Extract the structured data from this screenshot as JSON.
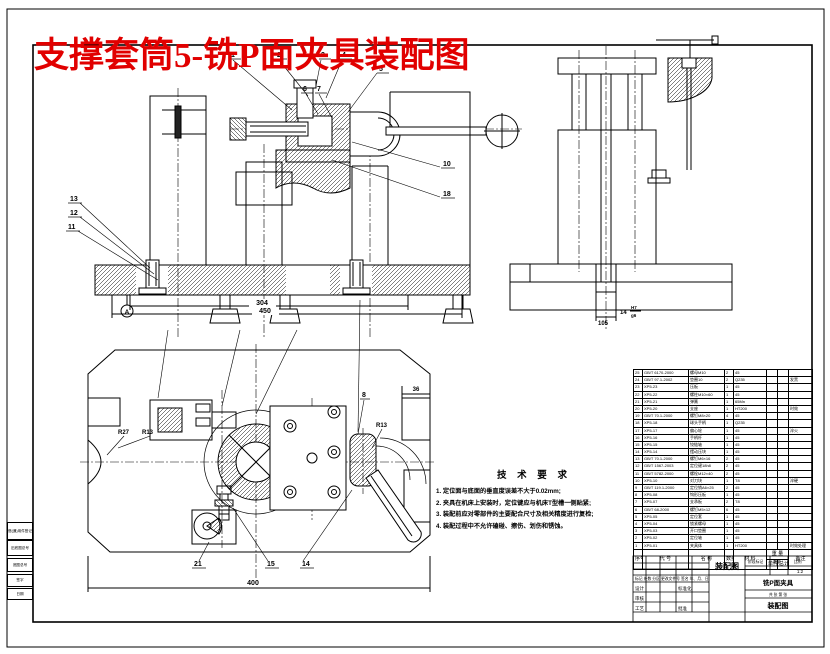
{
  "title": {
    "text": "支撑套筒5-铣P面夹具装配图",
    "color": "#e10000"
  },
  "tech": {
    "heading": "技 术 要 求",
    "items": [
      "1. 定位面与底面的垂直度误差不大于0.02mm;",
      "2. 夹具在机床上安装时，定位键应与机床T型槽一侧贴紧;",
      "3. 装配前应对零部件的主要配合尺寸及相关精度进行复检;",
      "4. 装配过程中不允许磕碰、擦伤、划伤和锈蚀。"
    ]
  },
  "dims": {
    "front_bolt_span": "304",
    "front_total": "450",
    "plan_width": "400",
    "plan_notch": "36",
    "radius_outer": "R27",
    "radius_inner": "R13",
    "lever_radius": "R13",
    "slot_width": "14",
    "fit_upper": "H7",
    "fit_lower": "g6",
    "base_dim": "105",
    "datum": "A"
  },
  "callouts": {
    "t1": "1",
    "t2": "2",
    "t3": "3",
    "t4": "4",
    "t5": "5",
    "t6": "6",
    "t7": "7",
    "r10": "10",
    "r18": "18",
    "l13": "13",
    "l12": "12",
    "l11": "11",
    "p8": "8",
    "b21": "21",
    "b15": "15",
    "b14": "14"
  },
  "bom": {
    "headers": {
      "seq": "序号",
      "code": "代  号",
      "name": "名  称",
      "qty": "数量",
      "mat": "材  料",
      "weight": "重  量",
      "unit": "单件",
      "total": "总计",
      "remark": "备注"
    },
    "rows": [
      [
        "25",
        "GB/T 6170-2000",
        "螺母M10",
        "2",
        "45",
        "",
        "",
        ""
      ],
      [
        "24",
        "GB/T 97.1-2002",
        "垫圈10",
        "2",
        "Q235",
        "",
        "",
        "发黑"
      ],
      [
        "23",
        "XP5-23",
        "压板",
        "1",
        "45",
        "",
        "",
        ""
      ],
      [
        "22",
        "XP5-22",
        "螺柱M10×60",
        "1",
        "45",
        "",
        "",
        ""
      ],
      [
        "21",
        "XP5-21",
        "弹簧",
        "1",
        "65Mn",
        "",
        "",
        ""
      ],
      [
        "20",
        "XP5-20",
        "支座",
        "1",
        "HT200",
        "",
        "",
        "时效"
      ],
      [
        "19",
        "GB/T 70.1-2000",
        "螺钉M8×20",
        "4",
        "45",
        "",
        "",
        ""
      ],
      [
        "18",
        "XP5-18",
        "球头手柄",
        "1",
        "Q235",
        "",
        "",
        ""
      ],
      [
        "17",
        "XP5-17",
        "偏心轮",
        "1",
        "45",
        "",
        "",
        "淬火"
      ],
      [
        "16",
        "XP5-16",
        "手柄杆",
        "1",
        "45",
        "",
        "",
        ""
      ],
      [
        "15",
        "XP5-15",
        "铰链轴",
        "1",
        "45",
        "",
        "",
        ""
      ],
      [
        "14",
        "XP5-14",
        "摆动压块",
        "1",
        "45",
        "",
        "",
        ""
      ],
      [
        "13",
        "GB/T 70.1-2000",
        "螺钉M6×16",
        "2",
        "45",
        "",
        "",
        ""
      ],
      [
        "12",
        "GB/T 1567-2003",
        "定位键18h8",
        "2",
        "45",
        "",
        "",
        ""
      ],
      [
        "11",
        "GB/T 5782-2000",
        "螺栓M12×40",
        "2",
        "45",
        "",
        "",
        ""
      ],
      [
        "10",
        "XP5-10",
        "对刀块",
        "1",
        "T8",
        "",
        "",
        "淬硬"
      ],
      [
        "9",
        "GB/T 119.1-2000",
        "定位销A6×25",
        "2",
        "45",
        "",
        "",
        ""
      ],
      [
        "8",
        "XP5-08",
        "钩形压板",
        "1",
        "45",
        "",
        "",
        ""
      ],
      [
        "7",
        "XP5-07",
        "支承板",
        "2",
        "T8",
        "",
        "",
        ""
      ],
      [
        "6",
        "GB/T 68-2000",
        "螺钉M5×12",
        "6",
        "45",
        "",
        "",
        ""
      ],
      [
        "5",
        "XP5-05",
        "定位套",
        "1",
        "45",
        "",
        "",
        ""
      ],
      [
        "4",
        "XP5-04",
        "锁紧螺母",
        "1",
        "45",
        "",
        "",
        ""
      ],
      [
        "3",
        "XP5-03",
        "开口垫圈",
        "1",
        "45",
        "",
        "",
        ""
      ],
      [
        "2",
        "XP5-02",
        "定位轴",
        "1",
        "45",
        "",
        "",
        ""
      ],
      [
        "1",
        "XP5-01",
        "夹具体",
        "1",
        "HT200",
        "",
        "",
        "时效处理"
      ]
    ]
  },
  "titleblock": {
    "name_center": "装配图",
    "product": "铣P面夹具",
    "drawing_br": "装配图",
    "change_header": "标记 处数 分区 更改文件号 签名 年、月、日",
    "design": "设计",
    "standard": "标准化",
    "check": "审核",
    "process": "工艺",
    "approve": "批准",
    "stage": "阶段标记",
    "weight": "重量",
    "scale_label": "比例",
    "scale": "1:2",
    "sheet": "共 张 第 张"
  },
  "margin_labels": [
    "借(通)用件登记",
    "旧底图总号",
    "底图总号",
    "签字",
    "日期"
  ]
}
